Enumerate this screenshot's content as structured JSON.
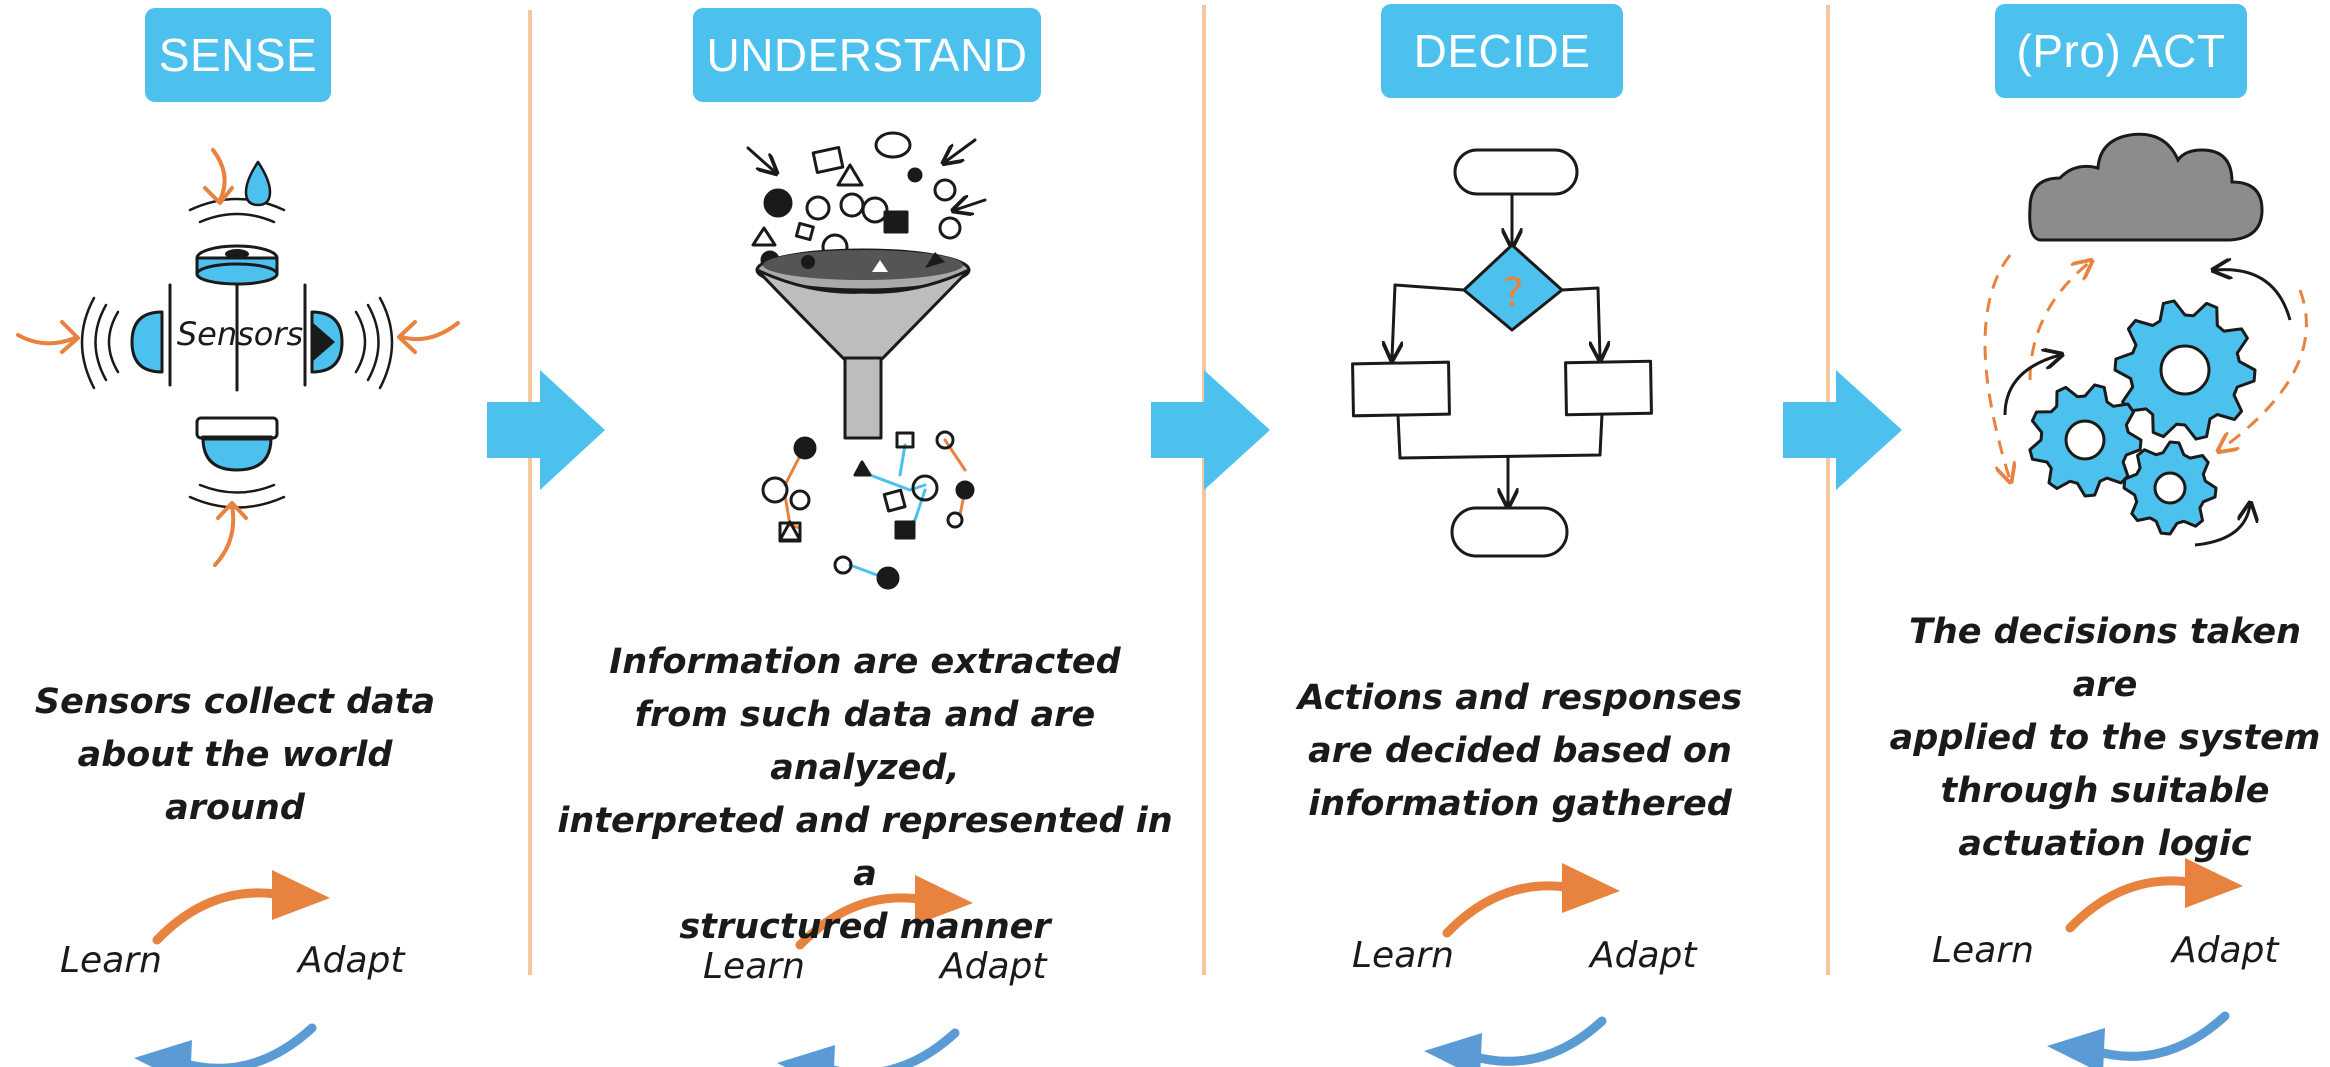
{
  "stages": [
    {
      "title": "SENSE",
      "description": [
        "Sensors collect data",
        "about the world",
        "around"
      ],
      "icon_label": "Sensors",
      "learn": "Learn",
      "adapt": "Adapt"
    },
    {
      "title": "UNDERSTAND",
      "description": [
        "Information are extracted",
        "from such data and are analyzed,",
        "interpreted and represented in a",
        "structured manner"
      ],
      "learn": "Learn",
      "adapt": "Adapt"
    },
    {
      "title": "DECIDE",
      "description": [
        "Actions and responses",
        "are decided based on",
        "information gathered"
      ],
      "decision_symbol": "?",
      "learn": "Learn",
      "adapt": "Adapt"
    },
    {
      "title": "(Pro) ACT",
      "description": [
        "The decisions taken are",
        "applied to the system",
        "through suitable",
        "actuation logic"
      ],
      "learn": "Learn",
      "adapt": "Adapt"
    }
  ],
  "colors": {
    "accent_blue": "#4DC1EE",
    "orange": "#E8823F",
    "cycle_blue": "#5B9BD5",
    "divider": "#F3C89E",
    "ink": "#1a1a1a",
    "cloud_gray": "#8C8C8C",
    "funnel_gray": "#A9A9A9"
  },
  "icons": [
    "sensor-icon",
    "funnel-icon",
    "flowchart-icon",
    "gears-cloud-icon",
    "arrow-right-icon",
    "cycle-arrows-icon"
  ]
}
